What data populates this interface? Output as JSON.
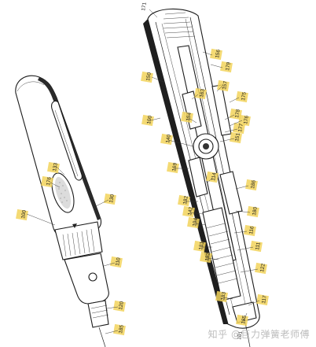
{
  "labels": [
    {
      "id": "L171",
      "text": "171"
    },
    {
      "id": "L156",
      "text": "156"
    },
    {
      "id": "L179",
      "text": "179"
    },
    {
      "id": "L150",
      "text": "150"
    },
    {
      "id": "L163",
      "text": "163"
    },
    {
      "id": "L157",
      "text": "157"
    },
    {
      "id": "L175",
      "text": "175"
    },
    {
      "id": "L100r",
      "text": "100"
    },
    {
      "id": "L154",
      "text": "154"
    },
    {
      "id": "L178",
      "text": "178"
    },
    {
      "id": "L176",
      "text": "176"
    },
    {
      "id": "L177",
      "text": "177"
    },
    {
      "id": "L151",
      "text": "151"
    },
    {
      "id": "L140",
      "text": "140"
    },
    {
      "id": "L169",
      "text": "169"
    },
    {
      "id": "L114",
      "text": "114"
    },
    {
      "id": "L186",
      "text": "186"
    },
    {
      "id": "L182a",
      "text": "182"
    },
    {
      "id": "L142",
      "text": "142"
    },
    {
      "id": "L180",
      "text": "180"
    },
    {
      "id": "L194",
      "text": "194"
    },
    {
      "id": "L116",
      "text": "116"
    },
    {
      "id": "L181",
      "text": "181"
    },
    {
      "id": "L111",
      "text": "111"
    },
    {
      "id": "L182b",
      "text": "182"
    },
    {
      "id": "L122",
      "text": "122"
    },
    {
      "id": "L183",
      "text": "183"
    },
    {
      "id": "L117",
      "text": "117"
    },
    {
      "id": "L185",
      "text": "185"
    },
    {
      "id": "L101",
      "text": "101"
    },
    {
      "id": "L133",
      "text": "133"
    },
    {
      "id": "L176l",
      "text": "176"
    },
    {
      "id": "L100l",
      "text": "100"
    },
    {
      "id": "L130",
      "text": "130"
    },
    {
      "id": "L110",
      "text": "110"
    },
    {
      "id": "L120",
      "text": "120"
    },
    {
      "id": "L185l",
      "text": "185"
    }
  ],
  "watermark": "知乎 @巨力弹簧老师傅"
}
